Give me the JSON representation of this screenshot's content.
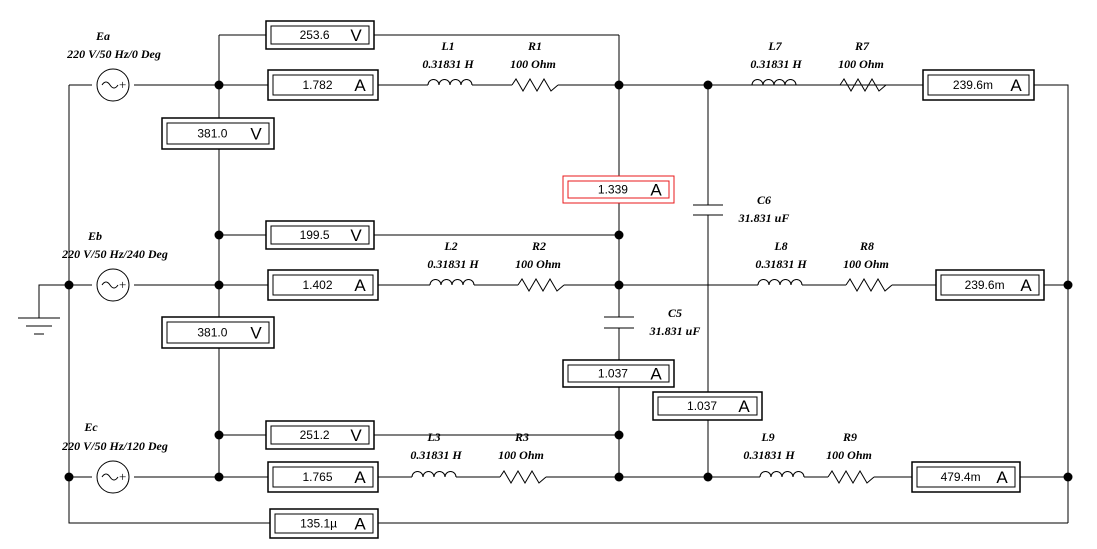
{
  "sources": [
    {
      "name": "Ea",
      "spec": "220 V/50 Hz/0 Deg"
    },
    {
      "name": "Eb",
      "spec": "220 V/50 Hz/240 Deg"
    },
    {
      "name": "Ec",
      "spec": "220 V/50 Hz/120 Deg"
    }
  ],
  "load1": [
    {
      "l_name": "L1",
      "l_value": "0.31831 H",
      "r_name": "R1",
      "r_value": "100  Ohm"
    },
    {
      "l_name": "L2",
      "l_value": "0.31831 H",
      "r_name": "R2",
      "r_value": "100  Ohm"
    },
    {
      "l_name": "L3",
      "l_value": "0.31831 H",
      "r_name": "R3",
      "r_value": "100  Ohm"
    }
  ],
  "load2": [
    {
      "l_name": "L7",
      "l_value": "0.31831 H",
      "r_name": "R7",
      "r_value": "100  Ohm"
    },
    {
      "l_name": "L8",
      "l_value": "0.31831 H",
      "r_name": "R8",
      "r_value": "100  Ohm"
    },
    {
      "l_name": "L9",
      "l_value": "0.31831 H",
      "r_name": "R9",
      "r_value": "100  Ohm"
    }
  ],
  "capacitors": [
    {
      "name": "C6",
      "value": "31.831 uF"
    },
    {
      "name": "C5",
      "value": "31.831 uF"
    }
  ],
  "meters": {
    "v_phase_a": {
      "value": "253.6",
      "unit": "V"
    },
    "v_phase_b": {
      "value": "199.5",
      "unit": "V"
    },
    "v_phase_c": {
      "value": "251.2",
      "unit": "V"
    },
    "v_line_ab": {
      "value": "381.0",
      "unit": "V"
    },
    "v_line_bc": {
      "value": "381.0",
      "unit": "V"
    },
    "i_line_a": {
      "value": "1.782",
      "unit": "A"
    },
    "i_line_b": {
      "value": "1.402",
      "unit": "A"
    },
    "i_line_c": {
      "value": "1.765",
      "unit": "A"
    },
    "i_c6_branch": {
      "value": "1.339",
      "unit": "A"
    },
    "i_c5_branch": {
      "value": "1.037",
      "unit": "A"
    },
    "i_c6_lower": {
      "value": "1.037",
      "unit": "A"
    },
    "i_load2_a": {
      "value": "239.6m",
      "unit": "A"
    },
    "i_load2_b": {
      "value": "239.6m",
      "unit": "A"
    },
    "i_load2_c": {
      "value": "479.4m",
      "unit": "A"
    },
    "i_neutral": {
      "value": "135.1µ",
      "unit": "A"
    }
  },
  "colors": {
    "wire": "#000000",
    "selected": "#e8191b"
  }
}
